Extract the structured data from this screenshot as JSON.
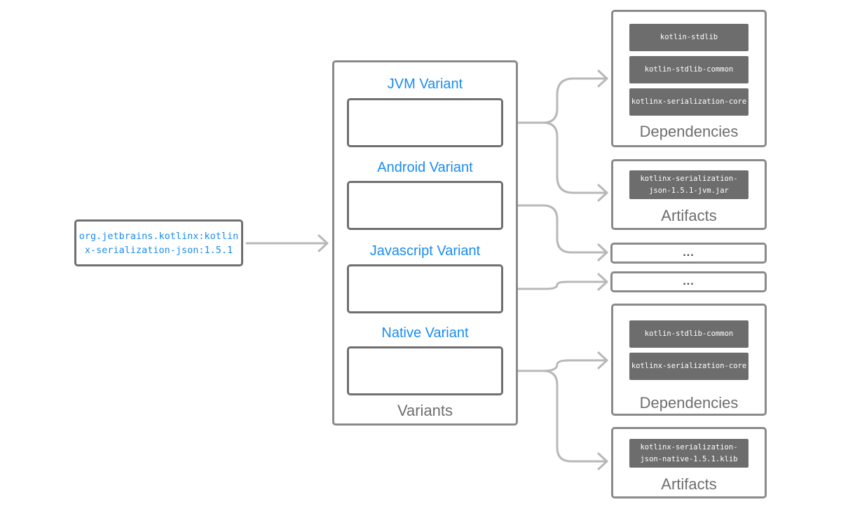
{
  "module": {
    "coordinates": "org.jetbrains.kotlinx:kotlin\nx-serialization-json:1.5.1"
  },
  "variants": {
    "caption": "Variants",
    "jvm": "JVM Variant",
    "android": "Android Variant",
    "javascript": "Javascript Variant",
    "native": "Native Variant"
  },
  "jvm_dependencies": {
    "caption": "Dependencies",
    "items": [
      "kotlin-stdlib",
      "kotlin-stdlib-common",
      "kotlinx-serialization-core"
    ]
  },
  "jvm_artifacts": {
    "caption": "Artifacts",
    "items": [
      "kotlinx-serialization-\njson-1.5.1-jvm.jar"
    ]
  },
  "android_output": {
    "label": "..."
  },
  "javascript_output": {
    "label": "..."
  },
  "native_dependencies": {
    "caption": "Dependencies",
    "items": [
      "kotlin-stdlib-common",
      "kotlinx-serialization-core"
    ]
  },
  "native_artifacts": {
    "caption": "Artifacts",
    "items": [
      "kotlinx-serialization-\njson-native-1.5.1.klib"
    ]
  },
  "colors": {
    "accent": "#1a8cef",
    "frame": "#8a8a8a",
    "chip": "#6d6d6d",
    "connector": "#b8b8b8"
  }
}
